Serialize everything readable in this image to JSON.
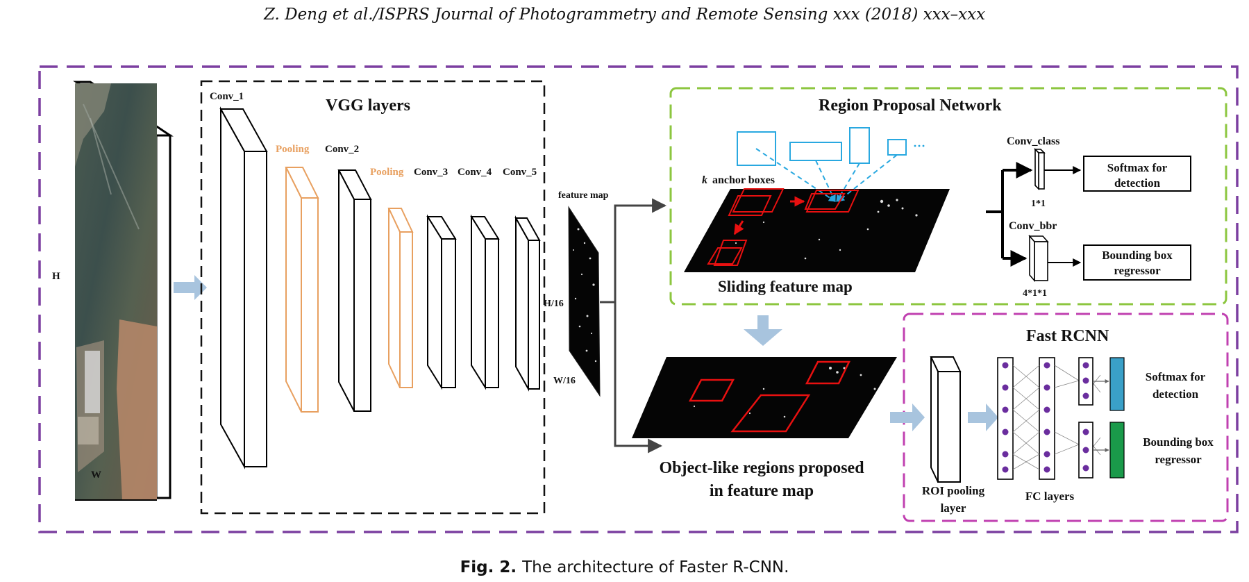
{
  "header": {
    "journal_line": "Z. Deng et al./ISPRS Journal of Photogrammetry and Remote Sensing xxx (2018) xxx–xxx"
  },
  "figure": {
    "input_image": {
      "height_label": "H",
      "width_label": "W"
    },
    "vgg": {
      "title": "VGG layers",
      "conv_1": "Conv_1",
      "pooling_1": "Pooling",
      "conv_2": "Conv_2",
      "pooling_2": "Pooling",
      "conv_3": "Conv_3",
      "conv_4": "Conv_4",
      "conv_5": "Conv_5"
    },
    "feature_map": {
      "label": "feature map",
      "height_label": "H/16",
      "width_label": "W/16"
    },
    "rpn": {
      "title": "Region Proposal  Network",
      "anchor_k": "k",
      "anchor_label": "anchor boxes",
      "ellipsis": "···",
      "sliding_label": "Sliding feature map",
      "conv_class": "Conv_class",
      "conv_class_size": "1*1",
      "conv_bbr": "Conv_bbr",
      "conv_bbr_size": "4*1*1",
      "softmax_line1": "Softmax for",
      "softmax_line2": "detection",
      "bbox_line1": "Bounding box",
      "bbox_line2": "regressor"
    },
    "proposals": {
      "line1": "Object-like regions proposed",
      "line2": "in feature map"
    },
    "fast_rcnn": {
      "title": "Fast RCNN",
      "roi_line1": "ROI pooling",
      "roi_line2": "layer",
      "fc_label": "FC layers",
      "softmax_line1": "Softmax for",
      "softmax_line2": "detection",
      "bbox_line1": "Bounding box",
      "bbox_line2": "regressor"
    },
    "colors": {
      "outer_border": "#7b3fa0",
      "rpn_border": "#8cc63f",
      "fast_border": "#c040b0",
      "pooling": "#e8a060",
      "anchor_blue": "#29a8e0",
      "proposal_red": "#e81010",
      "flow_arrow": "#a8c4de",
      "neuron": "#6a2d9e",
      "softmax_bar": "#3aa0c8",
      "bbox_bar": "#1a9a4a"
    }
  },
  "caption": {
    "fig_label": "Fig. 2.",
    "text": "The architecture of Faster R-CNN."
  }
}
